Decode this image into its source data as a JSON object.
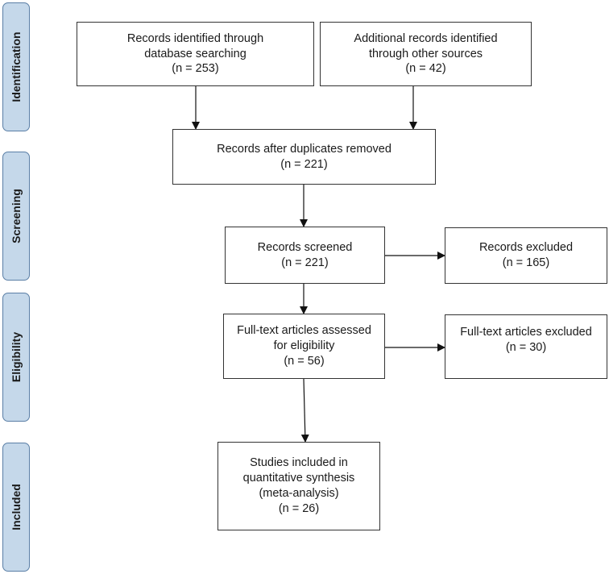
{
  "phases": {
    "identification": "Identification",
    "screening": "Screening",
    "eligibility": "Eligibility",
    "included": "Included"
  },
  "boxes": {
    "database": {
      "line1": "Records identified through",
      "line2": "database searching",
      "count": "(n = 253)"
    },
    "other": {
      "line1": "Additional records identified",
      "line2": "through other sources",
      "count": "(n = 42)"
    },
    "duplicates": {
      "line1": "Records after duplicates removed",
      "count": "(n = 221)"
    },
    "screened": {
      "line1": "Records screened",
      "count": "(n = 221)"
    },
    "excluded": {
      "line1": "Records excluded",
      "count": "(n = 165)"
    },
    "fulltext": {
      "line1": "Full-text articles assessed",
      "line2": "for eligibility",
      "count": "(n = 56)"
    },
    "fulltext_excluded": {
      "line1": "Full-text articles excluded",
      "count": "(n = 30)"
    },
    "included": {
      "line1": "Studies included in",
      "line2": "quantitative synthesis",
      "line3": "(meta-analysis)",
      "count": "(n = 26)"
    }
  },
  "colors": {
    "phase_fill": "#c5d8ea",
    "phase_border": "#5b7fa6",
    "box_border": "#333333"
  }
}
